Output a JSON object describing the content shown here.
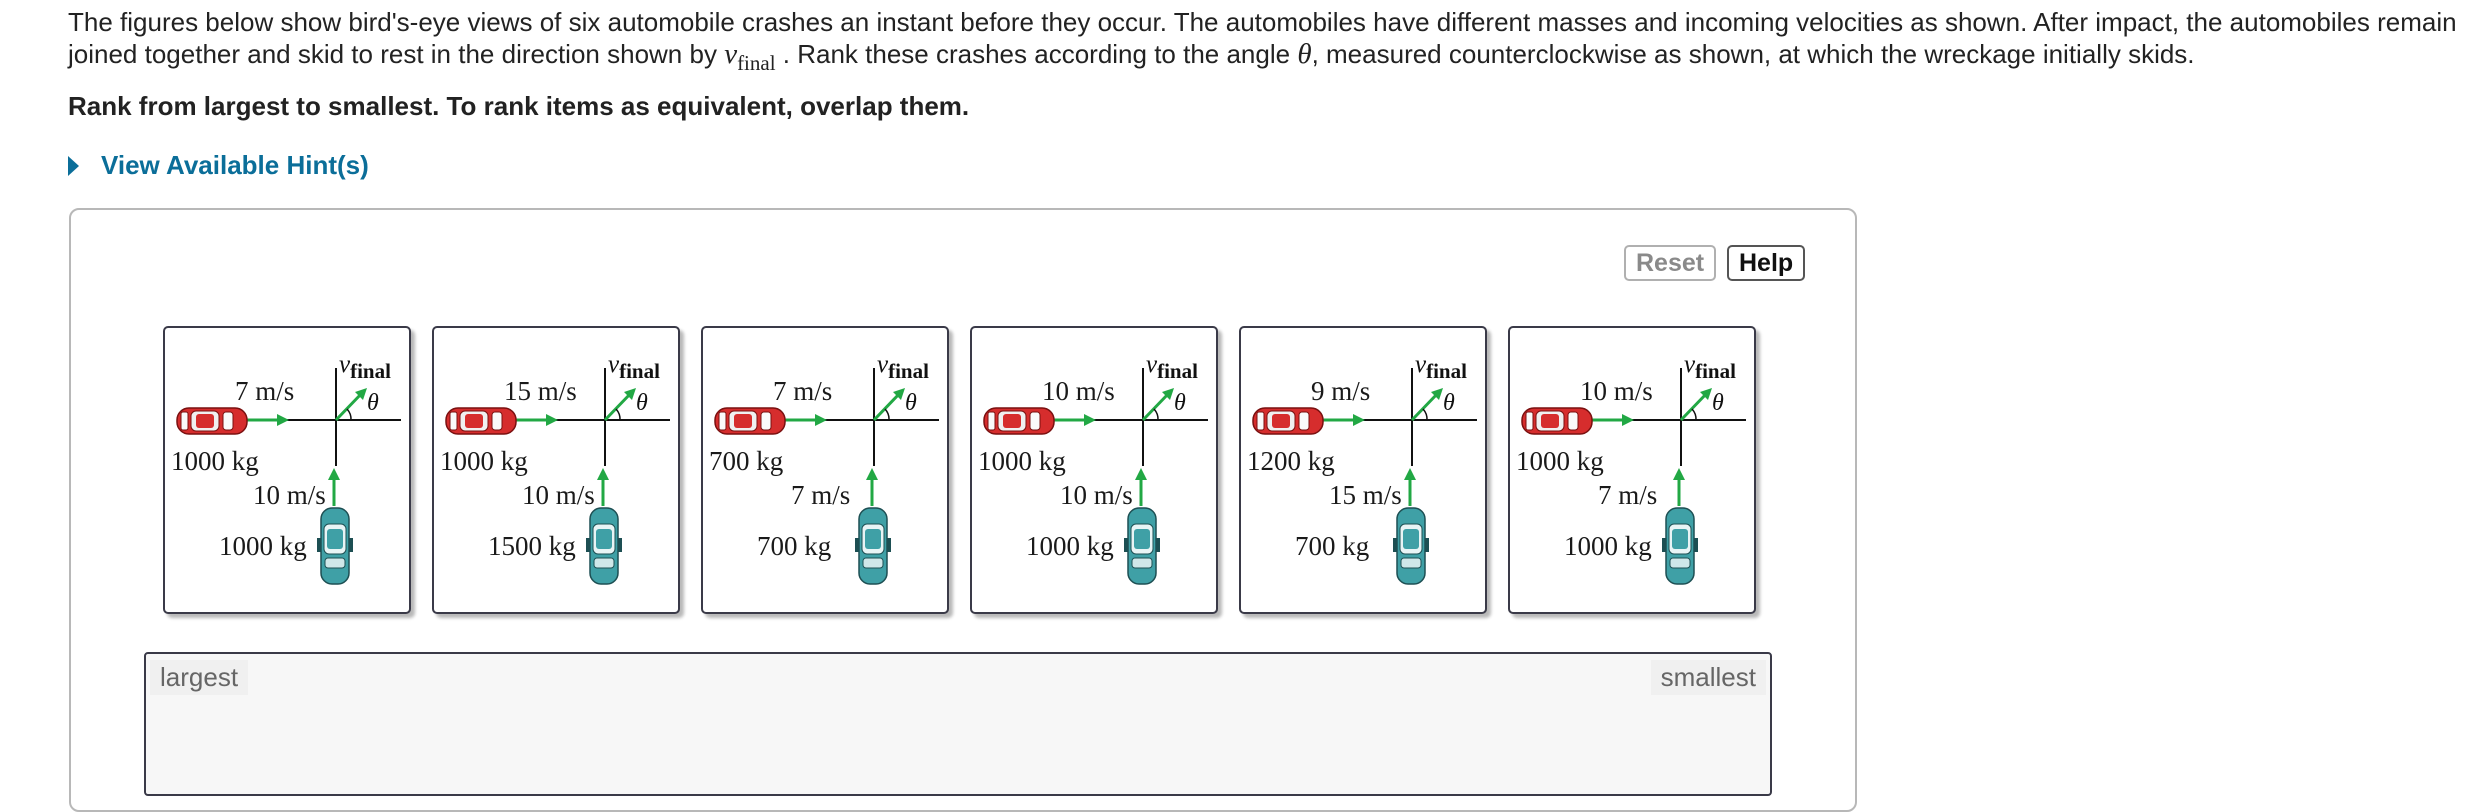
{
  "prompt": {
    "part1": "The figures below show bird's-eye views of six automobile crashes an instant before they occur. The automobiles have different masses and incoming velocities as shown. After impact, the automobiles remain joined together and skid to rest in the direction shown by",
    "var_v": "v",
    "var_sub": "final",
    "part2": ". Rank these crashes according to the angle",
    "var_theta": "θ",
    "part3": ", measured counterclockwise as shown, at which the wreckage initially skids."
  },
  "instruction": "Rank from largest to smallest. To rank items as equivalent, overlap them.",
  "hint_label": "View Available Hint(s)",
  "buttons": {
    "reset": "Reset",
    "help": "Help"
  },
  "diagram": {
    "vfinal_v": "v",
    "vfinal_sub": "final",
    "theta": "θ"
  },
  "cards": [
    {
      "v1": "7 m/s",
      "m1": "1000 kg",
      "v2": "10 m/s",
      "m2": "1000 kg"
    },
    {
      "v1": "15 m/s",
      "m1": "1000 kg",
      "v2": "10 m/s",
      "m2": "1500 kg"
    },
    {
      "v1": "7 m/s",
      "m1": "700 kg",
      "v2": "7 m/s",
      "m2": "700 kg"
    },
    {
      "v1": "10 m/s",
      "m1": "1000 kg",
      "v2": "10 m/s",
      "m2": "1000 kg"
    },
    {
      "v1": "9 m/s",
      "m1": "1200 kg",
      "v2": "15 m/s",
      "m2": "700 kg"
    },
    {
      "v1": "10 m/s",
      "m1": "1000 kg",
      "v2": "7 m/s",
      "m2": "1000 kg"
    }
  ],
  "dropzone": {
    "largest": "largest",
    "smallest": "smallest"
  },
  "colors": {
    "link": "#0b6e99",
    "arrow": "#22a844",
    "car_red": "#d62d2d",
    "car_teal": "#3fa0a6"
  }
}
